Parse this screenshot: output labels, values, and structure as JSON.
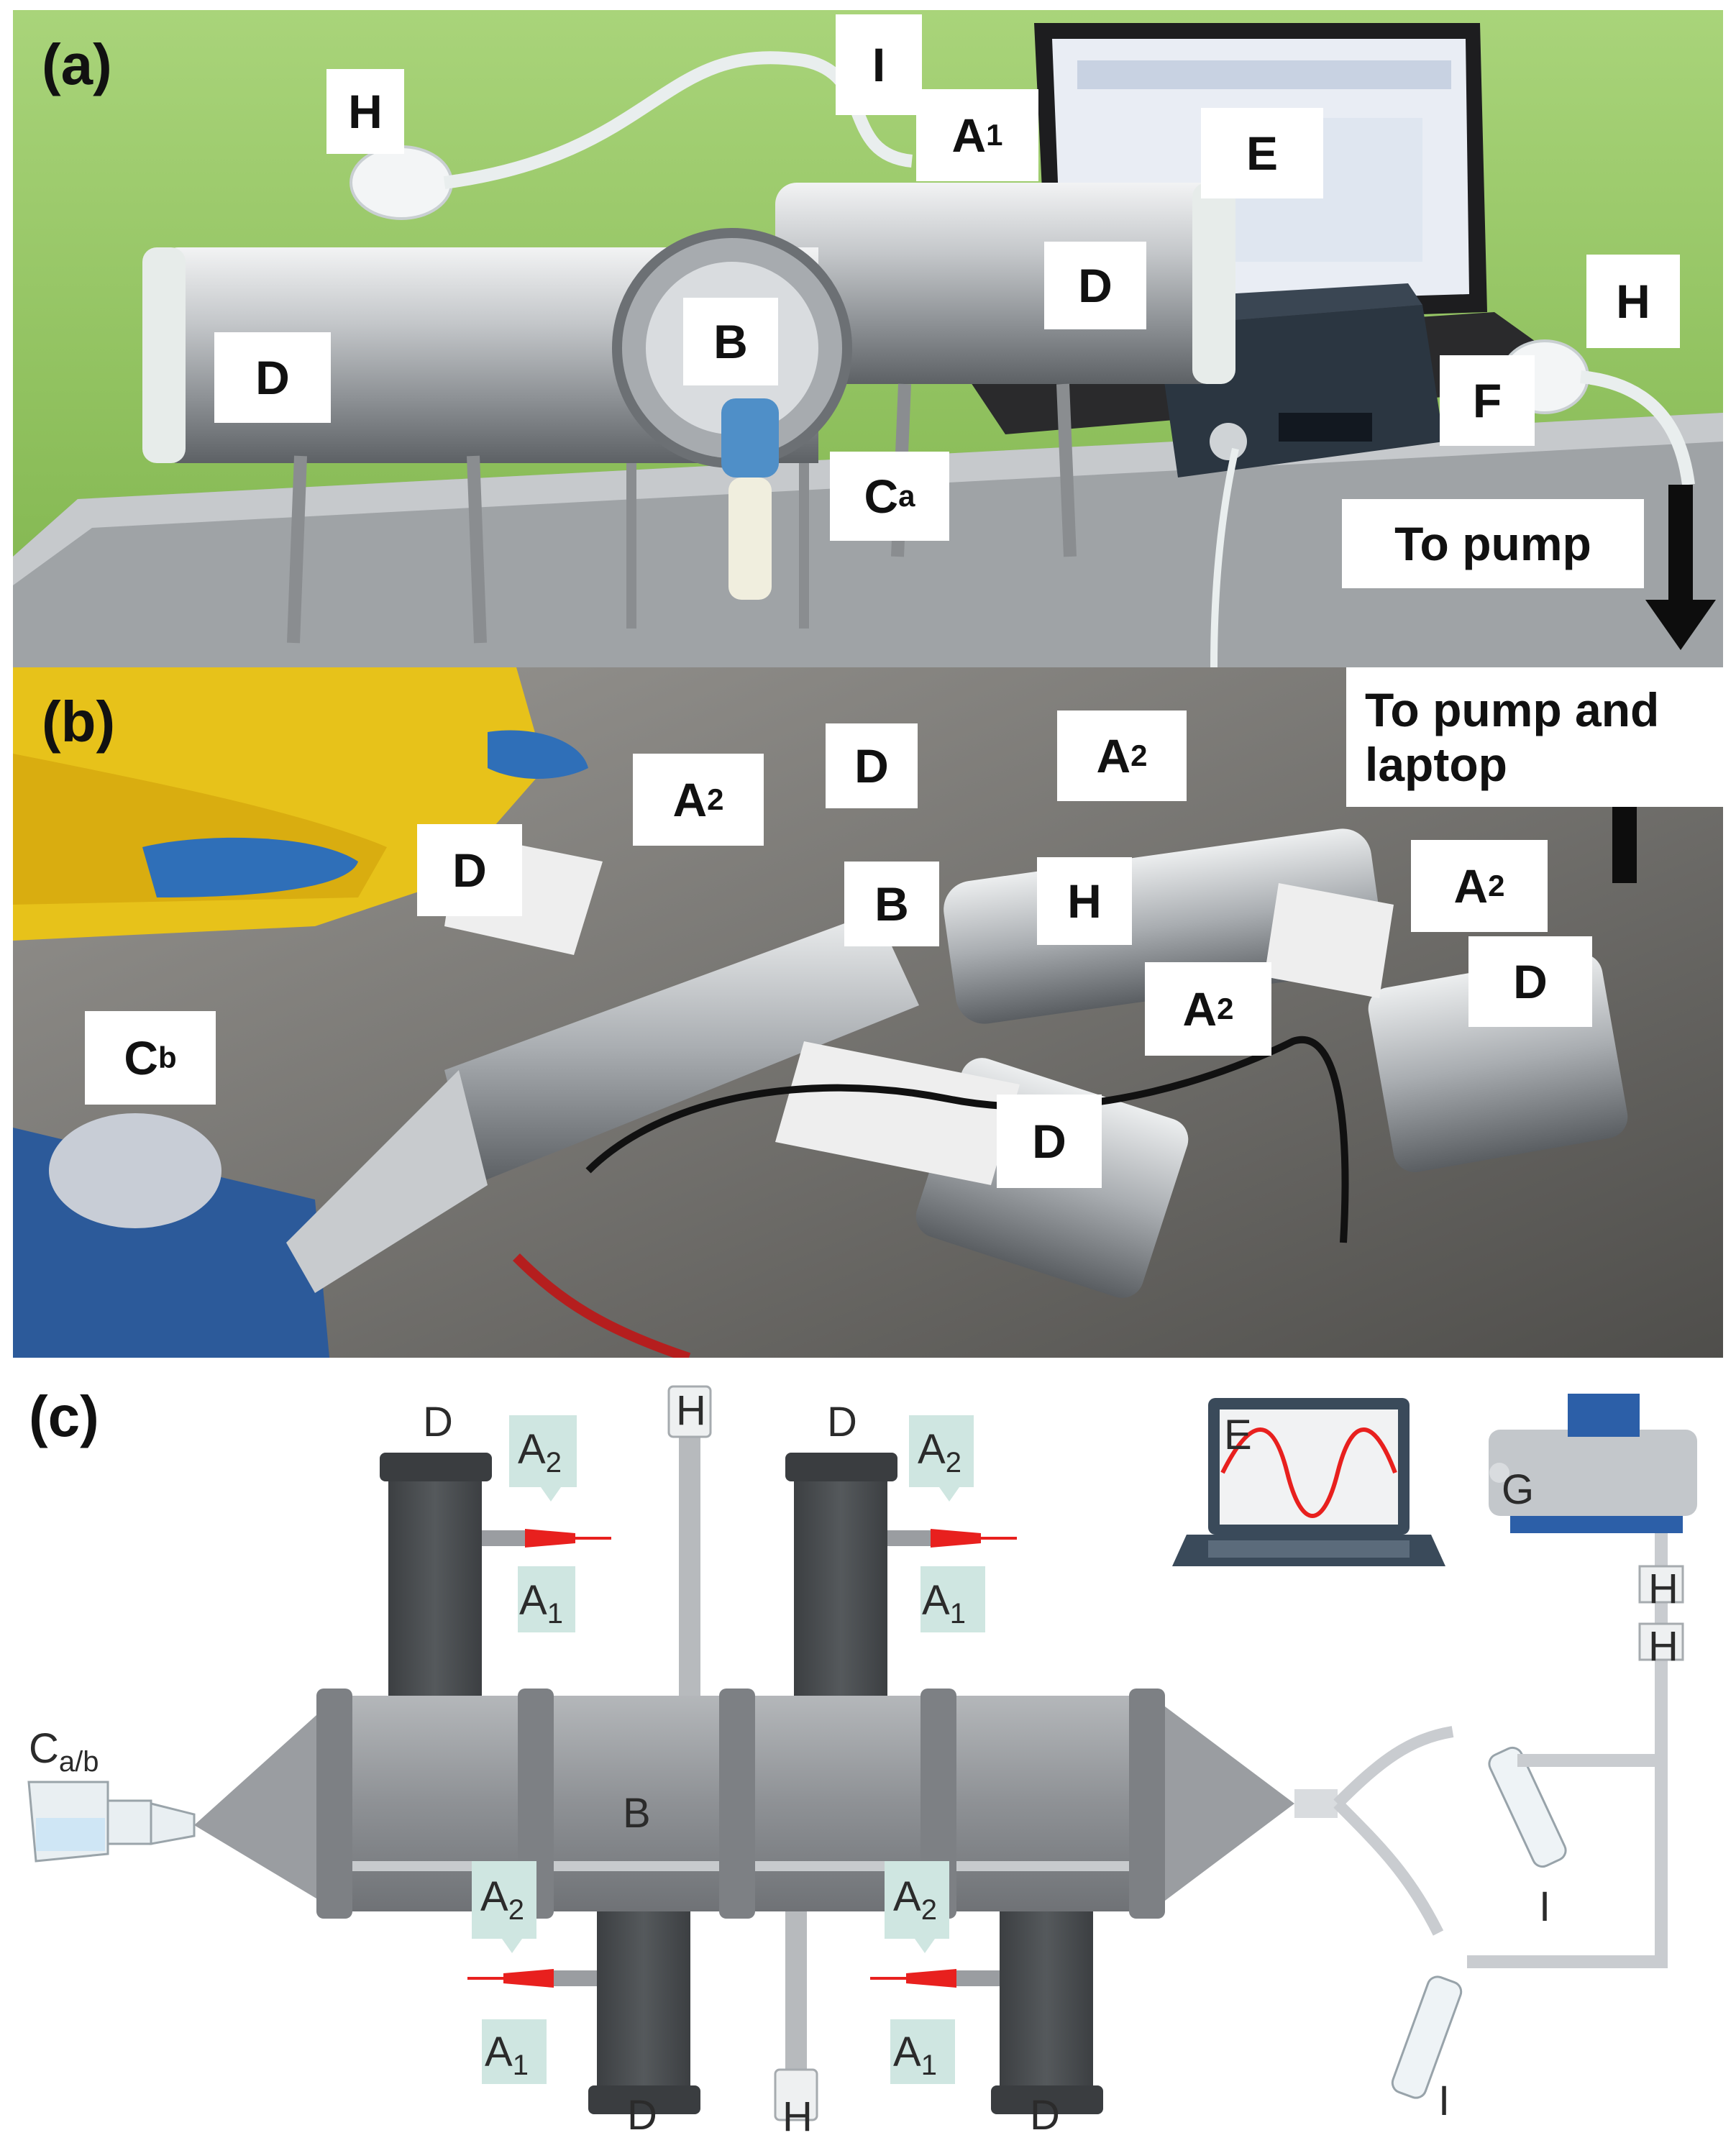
{
  "panels": {
    "a": {
      "letter": "(a)",
      "labels": {
        "H_left": "H",
        "I": "I",
        "A1_base": "A",
        "A1_sub": "1",
        "E": "E",
        "D_left": "D",
        "B": "B",
        "D_right": "D",
        "Ca_base": "C",
        "Ca_sub": "a",
        "F": "F",
        "H_right": "H",
        "to_pump": "To pump"
      }
    },
    "b": {
      "letter": "(b)",
      "labels": {
        "to_pump_laptop_line1": "To pump and",
        "to_pump_laptop_line2": "laptop",
        "A2_a_base": "A",
        "A2_a_sub": "2",
        "D_a": "D",
        "A2_b_base": "A",
        "A2_b_sub": "2",
        "D_b": "D",
        "B": "B",
        "H": "H",
        "A2_c_base": "A",
        "A2_c_sub": "2",
        "Cb_base": "C",
        "Cb_sub": "b",
        "A2_d_base": "A",
        "A2_d_sub": "2",
        "D_c": "D",
        "D_d": "D"
      }
    },
    "c": {
      "letter": "(c)",
      "labels": {
        "Cab_base": "C",
        "Cab_sub": "a/b",
        "B": "B",
        "E": "E",
        "G": "G",
        "H_top": "H",
        "H_bottom": "H",
        "H_right1": "H",
        "H_right2": "H",
        "I_1": "I",
        "I_2": "I",
        "D1": "D",
        "D2": "D",
        "D3": "D",
        "D4": "D",
        "A2_base": "A",
        "A2_sub": "2",
        "A1_base": "A",
        "A1_sub": "1"
      }
    }
  },
  "colors": {
    "panel_a_bg": "#8ec35a",
    "panel_b_bg": "#6b6a66",
    "steel": "#c9ccd0",
    "dark_cyl": "#4a4d50",
    "tube_gray": "#8f9296",
    "red_needle": "#e8201e",
    "callout_bg": "#cfe6e1"
  }
}
